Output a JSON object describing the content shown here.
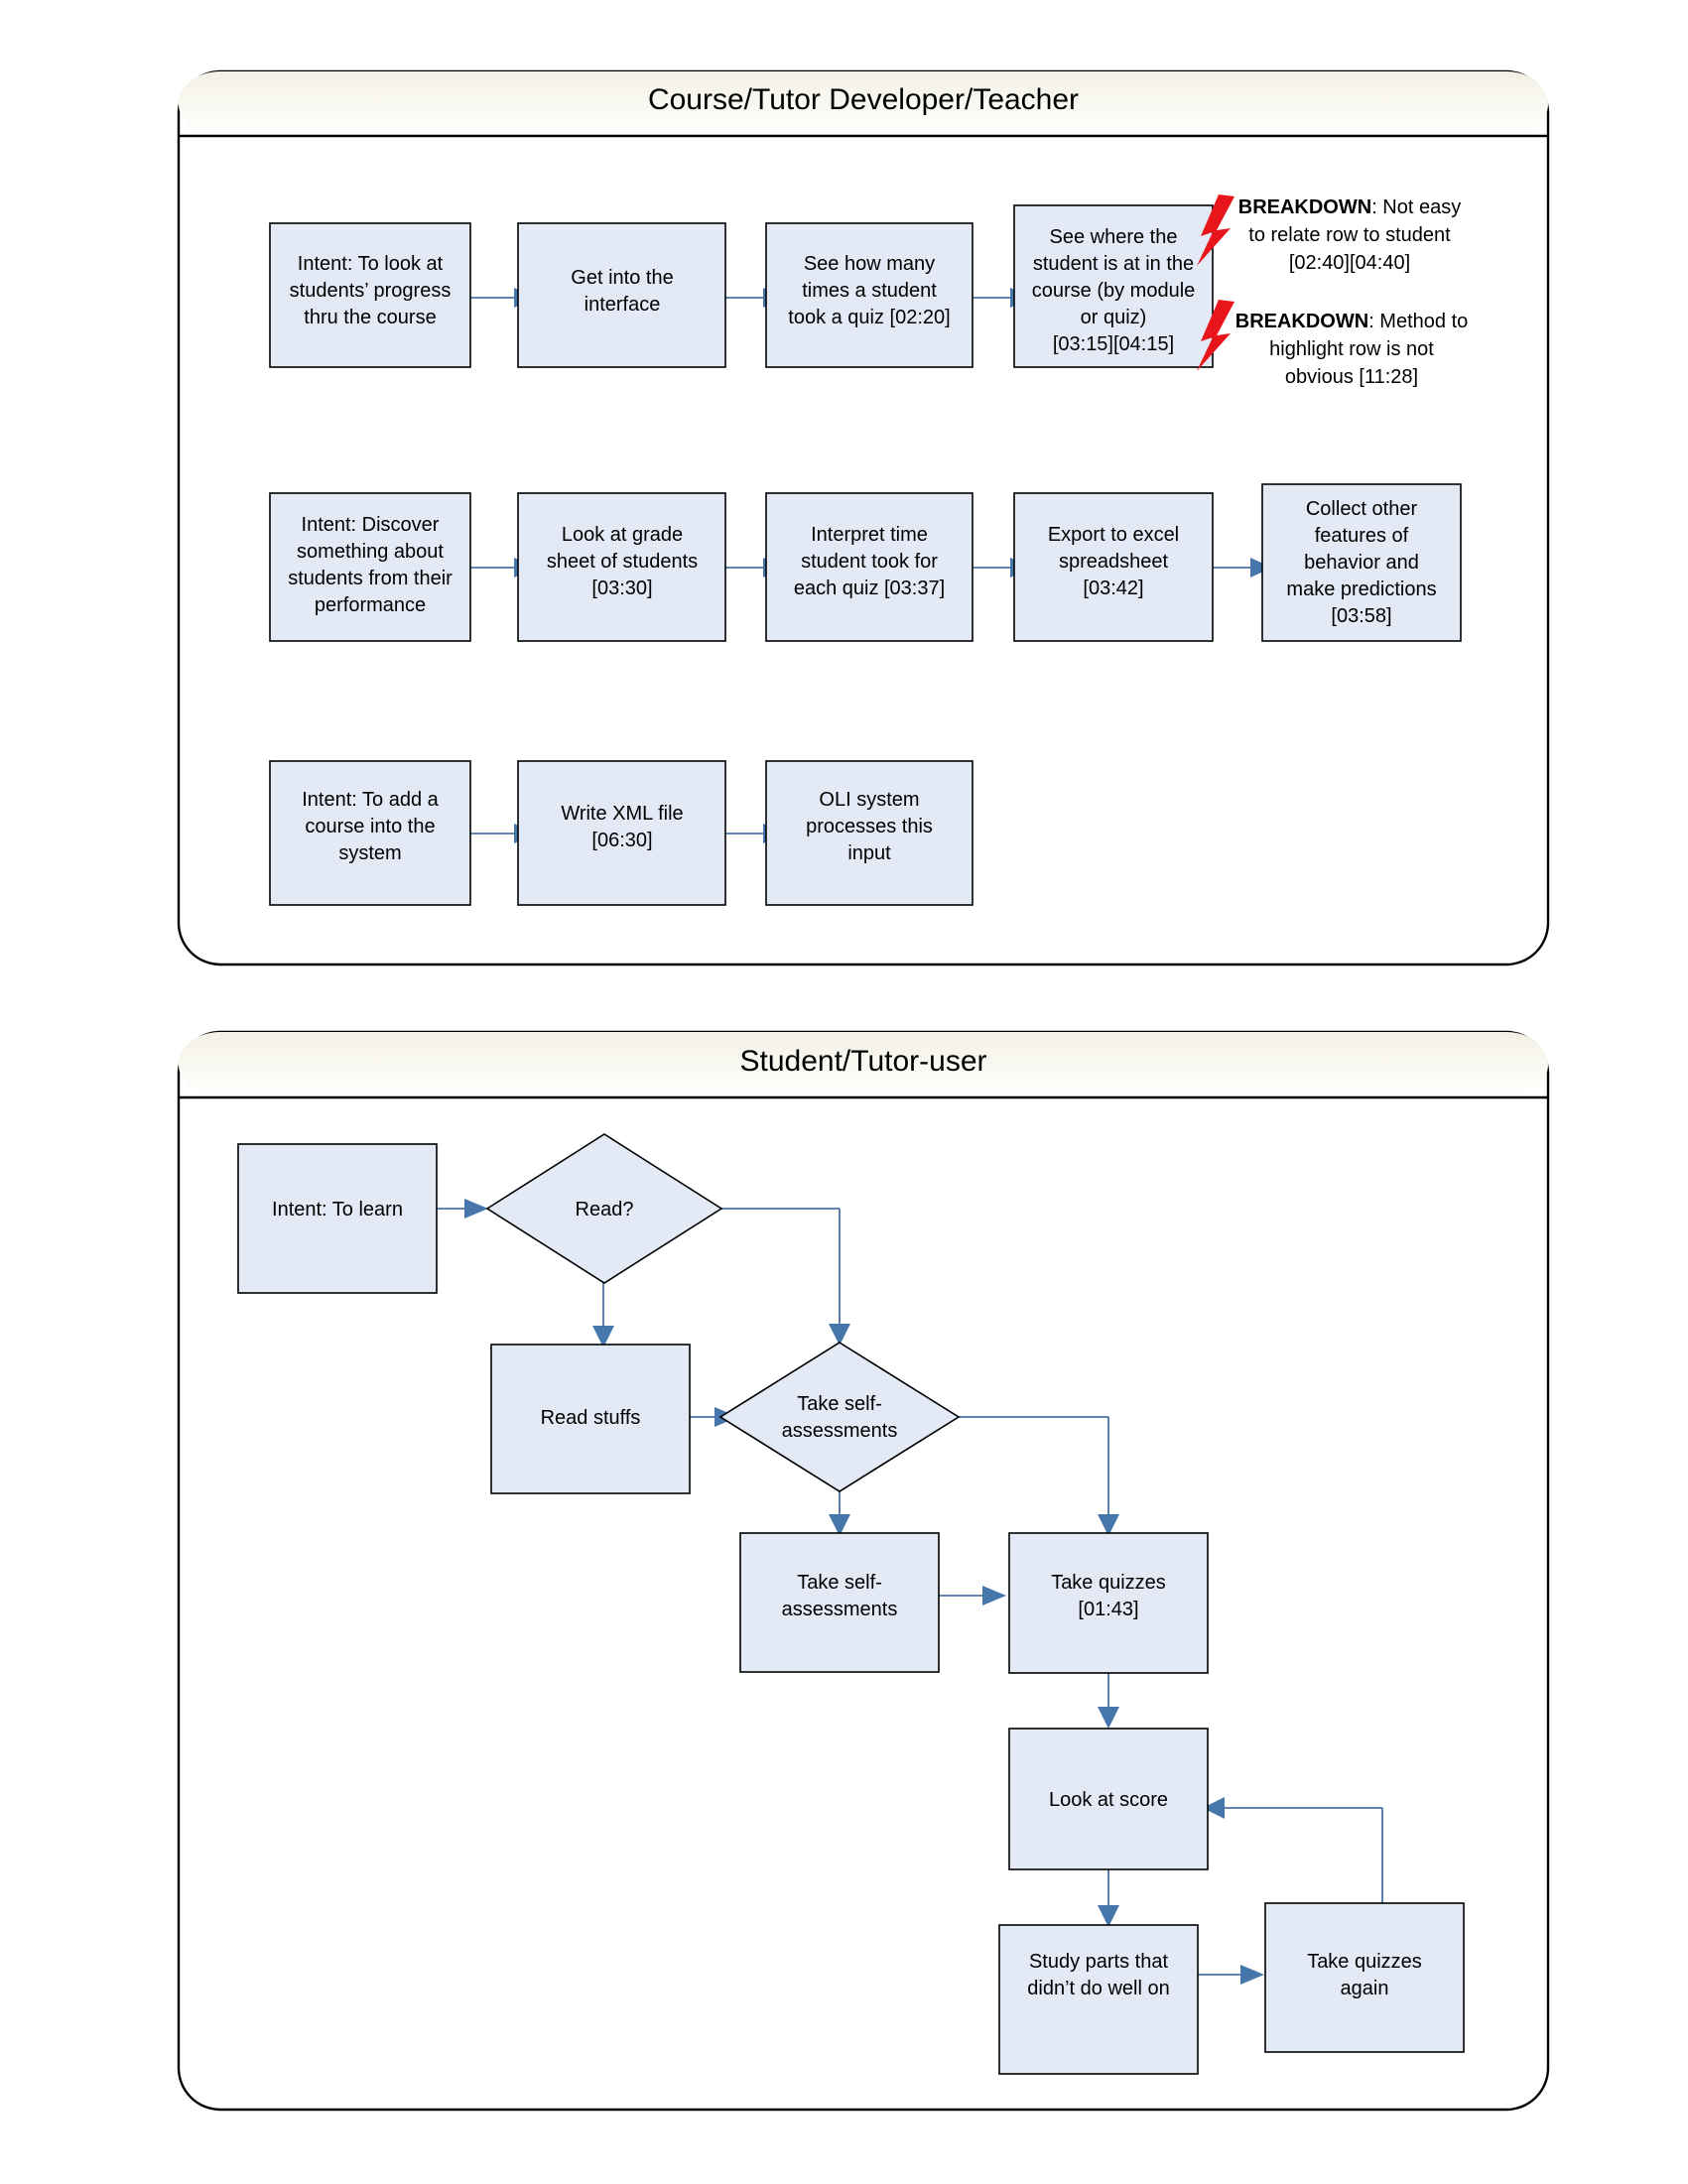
{
  "document": {
    "title": "Contextual Design Flow Model",
    "background_color": "#ffffff"
  },
  "colors": {
    "node_fill": "#e3eaf6",
    "node_stroke": "#000000",
    "connector": "#4a72a8",
    "arrowhead": "#4676ab",
    "breakdown_bolt": "#e8161b",
    "panel_header_top": "#f3f1e7",
    "panel_header_bottom": "#ffffff"
  },
  "panels": [
    {
      "id": "panel-teacher",
      "title": "Course/Tutor Developer/Teacher",
      "rows": [
        {
          "id": "row-progress",
          "nodes": [
            {
              "id": "n1",
              "lines": [
                "Intent: To look at",
                "students’ progress",
                "thru the course"
              ]
            },
            {
              "id": "n2",
              "lines": [
                "Get into the",
                "interface"
              ]
            },
            {
              "id": "n3",
              "lines": [
                "See how many",
                "times a student",
                "took a quiz [02:20]"
              ]
            },
            {
              "id": "n4",
              "lines": [
                "See where the",
                "student is at in the",
                "course (by module",
                "or quiz)",
                "[03:15][04:15]"
              ]
            }
          ],
          "breakdowns": [
            {
              "id": "bd1",
              "label": "BREAKDOWN",
              "lines": [
                ": Not easy",
                "to relate row to student",
                "[02:40][04:40]"
              ]
            },
            {
              "id": "bd2",
              "label": "BREAKDOWN",
              "lines": [
                ": Method to",
                "highlight row is not",
                "obvious [11:28]"
              ]
            }
          ]
        },
        {
          "id": "row-discover",
          "nodes": [
            {
              "id": "n5",
              "lines": [
                "Intent: Discover",
                "something about",
                "students from their",
                "performance"
              ]
            },
            {
              "id": "n6",
              "lines": [
                "Look at grade",
                "sheet of students",
                "[03:30]"
              ]
            },
            {
              "id": "n7",
              "lines": [
                "Interpret time",
                "student took for",
                "each quiz [03:37]"
              ]
            },
            {
              "id": "n8",
              "lines": [
                "Export to excel",
                "spreadsheet",
                "[03:42]"
              ]
            },
            {
              "id": "n9",
              "lines": [
                "Collect other",
                "features of",
                "behavior and",
                "make predictions",
                "[03:58]"
              ]
            }
          ],
          "breakdowns": []
        },
        {
          "id": "row-addcourse",
          "nodes": [
            {
              "id": "n10",
              "lines": [
                "Intent: To add a",
                "course into the",
                "system"
              ]
            },
            {
              "id": "n11",
              "lines": [
                "Write XML file",
                "[06:30]"
              ]
            },
            {
              "id": "n12",
              "lines": [
                "OLI system",
                "processes this",
                "input"
              ]
            }
          ],
          "breakdowns": []
        }
      ]
    },
    {
      "id": "panel-student",
      "title": "Student/Tutor-user",
      "nodes": [
        {
          "id": "s1",
          "shape": "process",
          "lines": [
            "Intent: To learn"
          ]
        },
        {
          "id": "s2",
          "shape": "decision",
          "lines": [
            "Read?"
          ]
        },
        {
          "id": "s3",
          "shape": "process",
          "lines": [
            "Read stuffs"
          ]
        },
        {
          "id": "s4",
          "shape": "decision",
          "lines": [
            "Take self-",
            "assessments"
          ]
        },
        {
          "id": "s5",
          "shape": "process",
          "lines": [
            "Take self-",
            "assessments"
          ]
        },
        {
          "id": "s6",
          "shape": "process",
          "lines": [
            "Take quizzes",
            "[01:43]"
          ]
        },
        {
          "id": "s7",
          "shape": "process",
          "lines": [
            "Look at score"
          ]
        },
        {
          "id": "s8",
          "shape": "process",
          "lines": [
            "Study parts that",
            "didn’t do well on"
          ]
        },
        {
          "id": "s9",
          "shape": "process",
          "lines": [
            "Take quizzes",
            "again"
          ]
        }
      ]
    }
  ]
}
